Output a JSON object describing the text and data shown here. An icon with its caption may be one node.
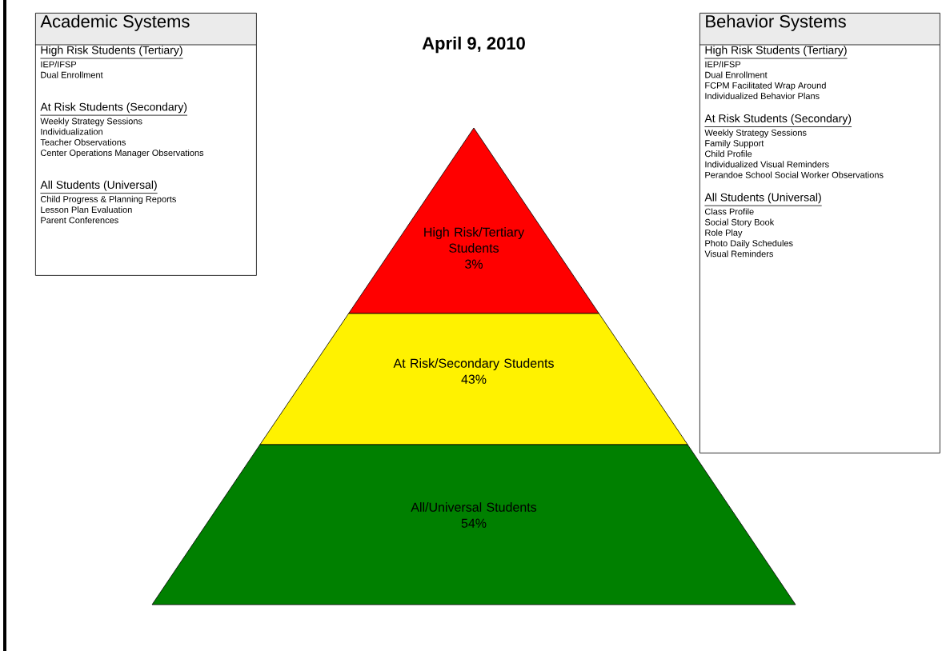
{
  "diagram": {
    "title": "April 9, 2010",
    "nodes": [
      {
        "text": [
          "Academic Systems",
          "High Risk Students (Tertiary)",
          "IEP/IFSP",
          "Dual Enrollment",
          "At Risk Students (Secondary)",
          "Weekly Strategy Sessions",
          "Individualization",
          "Teacher Observations",
          "Center Operations Manager Observations",
          "All Students (Universal)",
          "Child Progress & Planning Reports",
          "Lesson Plan Evaluation",
          "Parent Conferences"
        ]
      },
      {
        "text": [
          "Behavior Systems",
          "High Risk Students (Tertiary)",
          "IEP/IFSP",
          "Dual Enrollment",
          "FCPM Facilitated Wrap Around",
          "Individualized Behavior Plans",
          "At Risk Students (Secondary)",
          "Weekly Strategy Sessions",
          "Family Support",
          "Child Profile",
          "Individualized Visual Reminders",
          "Perandoe School Social Worker Observations",
          "All Students (Universal)",
          "Class Profile",
          "Social Story Book",
          "Role Play",
          "Photo Daily Schedules",
          "Visual Reminders"
        ]
      },
      {
        "text": [
          "High Risk/Tertiary Students",
          "3%"
        ]
      },
      {
        "text": [
          "At Risk/Secondary Students",
          "43%"
        ]
      },
      {
        "text": [
          "All/Universal Students",
          "54%"
        ]
      }
    ]
  }
}
